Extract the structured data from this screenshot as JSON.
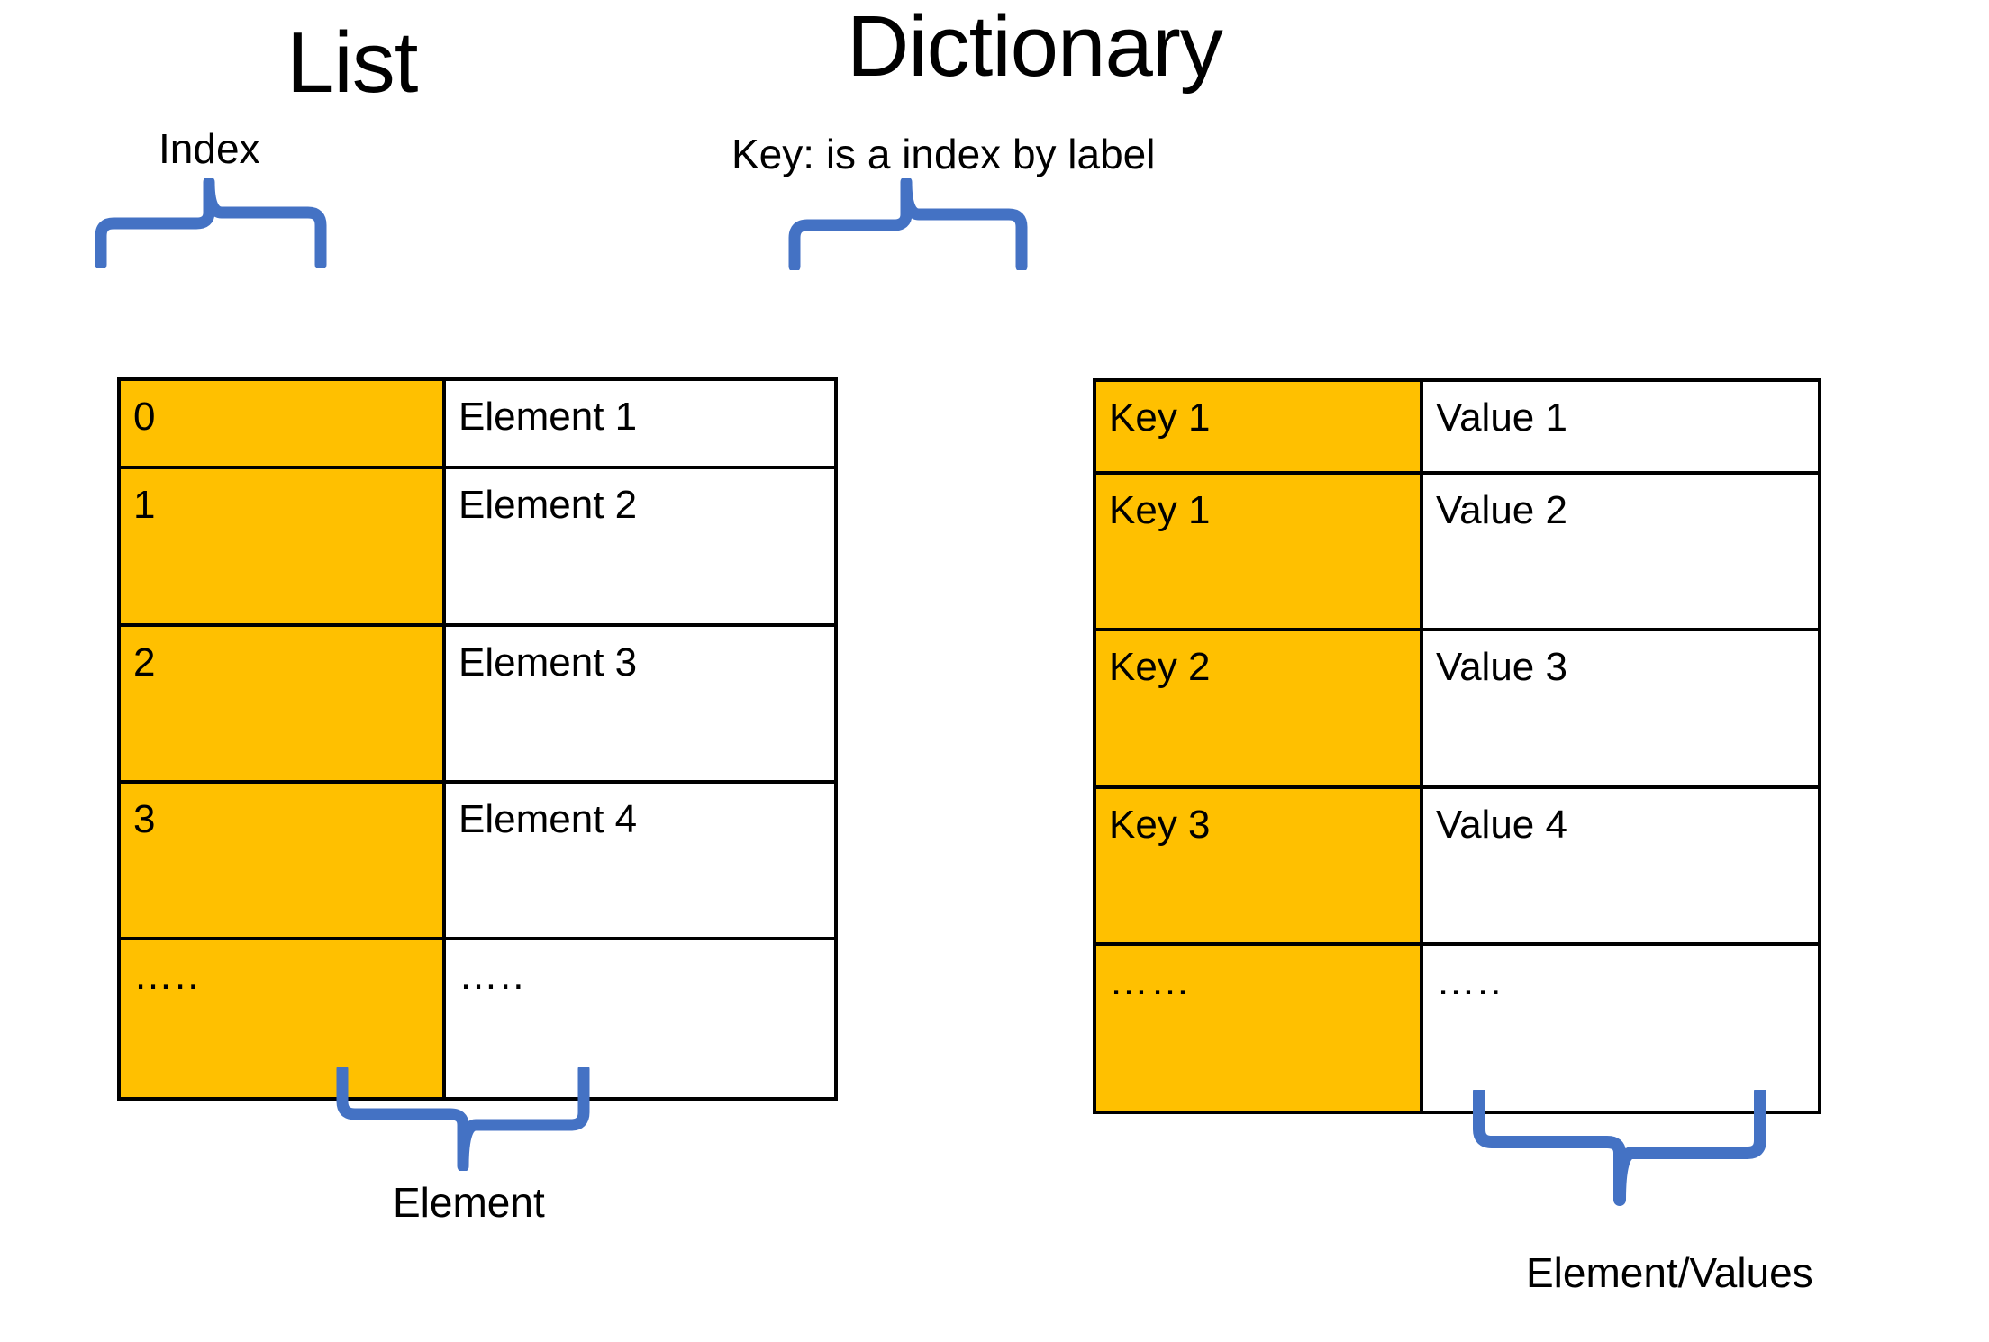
{
  "page": {
    "background_color": "#FFFFFF",
    "accent_brace_color": "#4472C4",
    "key_cell_color": "#FFC000",
    "border_color": "#000000"
  },
  "list_panel": {
    "title": "List",
    "top_brace_label": "Index",
    "bottom_brace_label": "Element",
    "columns": [
      "Index",
      "Element"
    ],
    "rows": [
      {
        "index": "0",
        "element": "Element  1"
      },
      {
        "index": "1",
        "element": "Element  2"
      },
      {
        "index": "2",
        "element": "Element  3"
      },
      {
        "index": "3",
        "element": "Element  4"
      },
      {
        "index": "…..",
        "element": "….."
      }
    ]
  },
  "dictionary_panel": {
    "title": "Dictionary",
    "top_brace_label": "Key: is a index by label",
    "bottom_brace_label": "Element/Values",
    "columns": [
      "Key",
      "Value"
    ],
    "rows": [
      {
        "key": "Key 1",
        "value": "Value  1"
      },
      {
        "key": "Key 1",
        "value": "Value  2"
      },
      {
        "key": "Key 2",
        "value": "Value 3"
      },
      {
        "key": "Key 3",
        "value": "Value  4"
      },
      {
        "key": "……",
        "value": "….."
      }
    ]
  }
}
